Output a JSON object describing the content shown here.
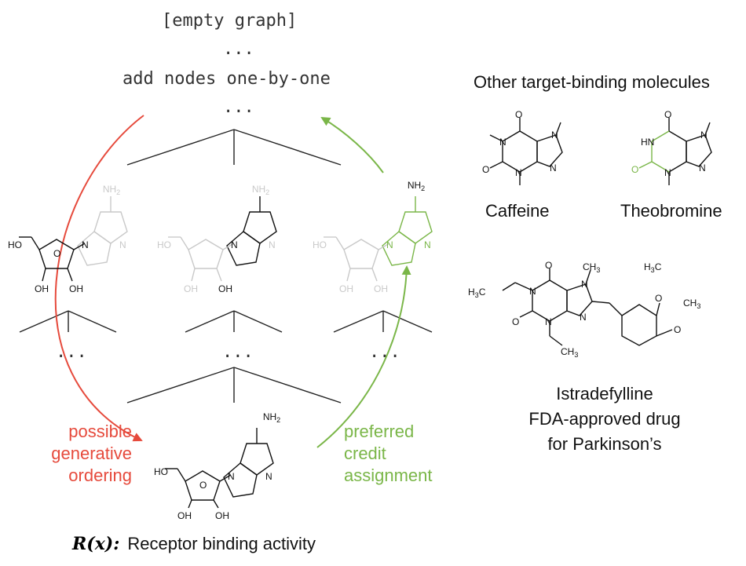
{
  "header": {
    "empty_graph": "[empty graph]",
    "dots_top": "...",
    "add_nodes": "add nodes one-by-one",
    "dots_mid": "..."
  },
  "dots": {
    "left": "...",
    "center": "...",
    "right": "..."
  },
  "left_label": {
    "line1": "possible",
    "line2": "generative",
    "line3": "ordering",
    "color": "#e64a3c"
  },
  "right_label": {
    "line1": "preferred",
    "line2": "credit",
    "line3": "assignment",
    "color": "#7ab648"
  },
  "reward": {
    "symbol": "R(x):",
    "text": "Receptor binding activity"
  },
  "side_panel": {
    "title": "Other target-binding molecules",
    "molecules": [
      {
        "name": "Caffeine"
      },
      {
        "name": "Theobromine"
      },
      {
        "name": "Istradefylline",
        "desc1": "FDA-approved drug",
        "desc2": "for Parkinson’s"
      }
    ]
  },
  "atoms": {
    "nh2": "NH",
    "nh2_sub": "2",
    "n": "N",
    "o": "O",
    "oh": "OH",
    "ho": "HO",
    "hn": "HN",
    "h3c": "H",
    "ch3": "CH",
    "three": "3"
  },
  "colors": {
    "black": "#111111",
    "faded": "#c9c9c9",
    "green": "#7ab648",
    "red": "#e64a3c"
  }
}
